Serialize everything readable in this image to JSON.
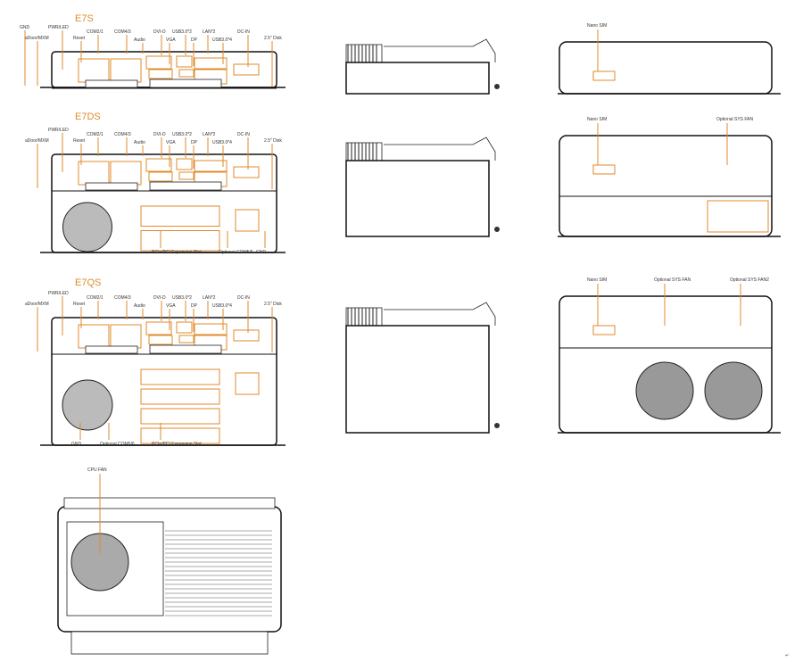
{
  "front_views": [
    {
      "title": "E7S",
      "labels": [
        "GND",
        "PWR/LED",
        "COM2/1",
        "COM4/3",
        "DVI-D",
        "USB3.0*2",
        "LAN*2",
        "DC-IN",
        "aDoor/MXM",
        "Reset",
        "Audio",
        "VGA",
        "DP",
        "USB3.0*4",
        "2.5\" Disk"
      ]
    },
    {
      "title": "E7DS",
      "labels": [
        "PWR/LED",
        "COM2/1",
        "COM4/3",
        "DVI-D",
        "USB3.0*2",
        "LAN*2",
        "DC-IN",
        "aDoor/MXM",
        "Reset",
        "Audio",
        "VGA",
        "DP",
        "USB3.0*4",
        "2.5\" Disk"
      ],
      "bottom_labels": [
        "PCIe/PCI Expansion Slot",
        "Optional COM5/6",
        "GND"
      ]
    },
    {
      "title": "E7QS",
      "labels": [
        "PWR/LED",
        "COM2/1",
        "COM4/3",
        "DVI-D",
        "USB3.0*2",
        "LAN*2",
        "DC-IN",
        "aDoor/MXM",
        "Reset",
        "Audio",
        "VGA",
        "DP",
        "USB3.0*4",
        "2.5\" Disk"
      ],
      "bottom_labels": [
        "GND",
        "Optional COM5/6",
        "PCIe/PCI Expansion Slot"
      ]
    }
  ],
  "rear_views": [
    {
      "labels": [
        "Nano SIM"
      ]
    },
    {
      "labels": [
        "Nano SIM",
        "Optional SYS FAN"
      ]
    },
    {
      "labels": [
        "Nano SIM",
        "Optional SYS FAN",
        "Optional SYS FAN2"
      ]
    }
  ],
  "top_view": {
    "label": "CPU FAN"
  },
  "colors": {
    "accent": "#e08a2a"
  }
}
